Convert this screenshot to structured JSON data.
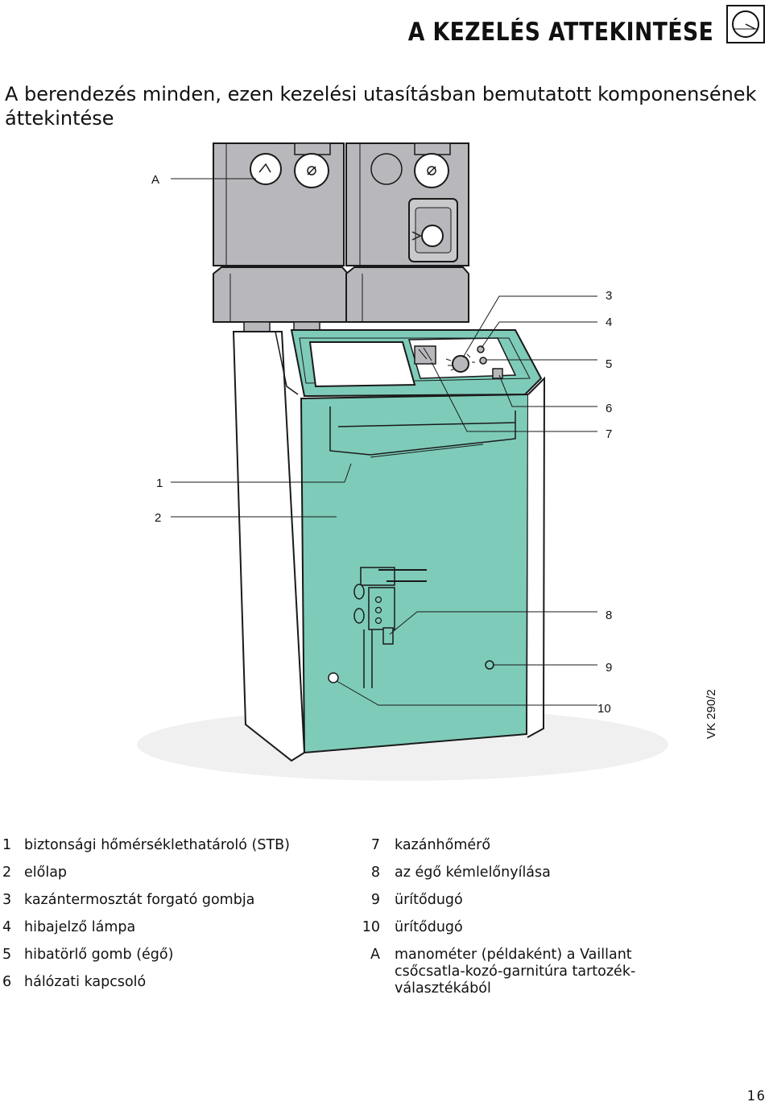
{
  "header": {
    "title": "A KEZELÉS ATTEKINTÉSE",
    "logo_icon": "instruction-book-icon"
  },
  "intro": {
    "subtitle": "A berendezés minden, ezen kezelési utasításban bemutatott komponensének áttekintése"
  },
  "figure": {
    "callouts": {
      "A": "A",
      "c1": "1",
      "c2": "2",
      "c3": "3",
      "c4": "4",
      "c5": "5",
      "c6": "6",
      "c7": "7",
      "c8": "8",
      "c9": "9",
      "c10": "10"
    },
    "code": "VK 290/2",
    "colors": {
      "front_panel": "#7ecbb9",
      "housing": "#b8b8bc",
      "outline": "#1a1a1a"
    }
  },
  "legend": {
    "left": [
      {
        "num": "1",
        "text": "biztonsági hőmérséklethatároló (STB)"
      },
      {
        "num": "2",
        "text": "előlap"
      },
      {
        "num": "3",
        "text": "kazántermosztát forgató gombja"
      },
      {
        "num": "4",
        "text": "hibajelző lámpa"
      },
      {
        "num": "5",
        "text": "hibatörlő gomb (égő)"
      },
      {
        "num": "6",
        "text": "hálózati kapcsoló"
      }
    ],
    "right": [
      {
        "num": "7",
        "text": "kazánhőmérő"
      },
      {
        "num": "8",
        "text": "az égő kémlelőnyílása"
      },
      {
        "num": "9",
        "text": "ürítődugó"
      },
      {
        "num": "10",
        "text": "ürítődugó"
      },
      {
        "num": "A",
        "text": "manométer (példaként) a Vaillant csőcsatla-kozó-garnitúra tartozék-választékából"
      }
    ]
  },
  "footer": {
    "page_number": "16"
  }
}
